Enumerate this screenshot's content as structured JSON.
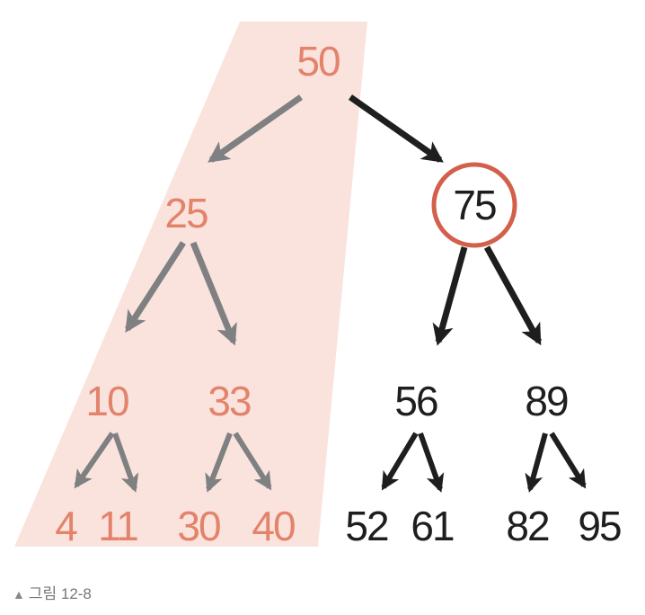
{
  "colors": {
    "highlight_fill": "#fbe3dd",
    "shaded_text": "#e3836c",
    "shaded_arrow": "#7f8082",
    "plain_text": "#1e1e1e",
    "plain_arrow": "#1e1e1e",
    "circle": "#d3604b"
  },
  "tree": {
    "root": "50",
    "left_child": "25",
    "right_child": "75",
    "left_left": "10",
    "left_right": "33",
    "right_left": "56",
    "right_right": "89",
    "leaf_4": "4",
    "leaf_11": "11",
    "leaf_30": "30",
    "leaf_40": "40",
    "leaf_52": "52",
    "leaf_61": "61",
    "leaf_82": "82",
    "leaf_95": "95",
    "circled_node": "75",
    "highlighted_subtree": "left"
  },
  "caption": {
    "marker": "▲",
    "text": "그림 12-8"
  }
}
